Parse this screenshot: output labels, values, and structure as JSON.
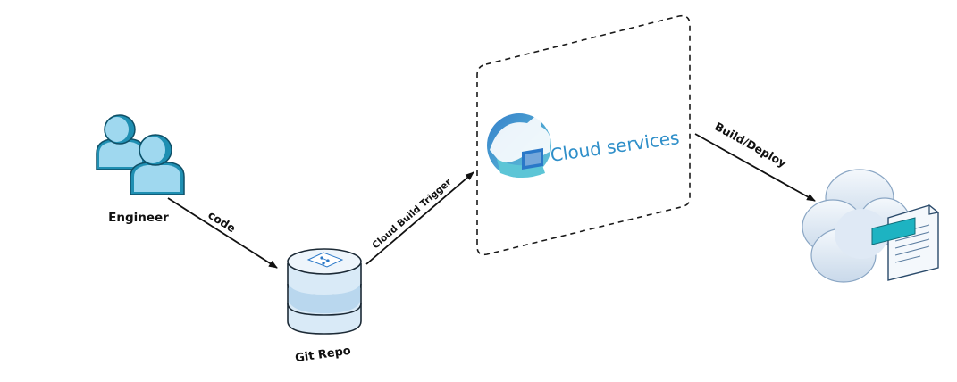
{
  "nodes": {
    "engineer": {
      "label": "Engineer",
      "icon": "users-icon"
    },
    "git_repo": {
      "label": "Git Repo",
      "icon": "database-icon"
    },
    "cloud_services": {
      "label": "Cloud services",
      "icon": "wolf-logo-icon"
    },
    "deployment": {
      "icon": "cloud-document-icon"
    }
  },
  "edges": {
    "code": {
      "label": "code"
    },
    "trigger": {
      "label": "Cloud Build Trigger"
    },
    "deploy": {
      "label": "Build/Deploy"
    }
  },
  "colors": {
    "user_fill": "#9fd8ef",
    "user_dark": "#1f8fb2",
    "db_fill": "#d9eaf7",
    "db_band": "#b9d7ee",
    "logo_blue": "#2a78c8",
    "logo_teal": "#5cc5d6",
    "brand_text": "#2f8fc9",
    "doc_teal": "#1db3c2",
    "cloud_fill": "#e6eef8"
  }
}
